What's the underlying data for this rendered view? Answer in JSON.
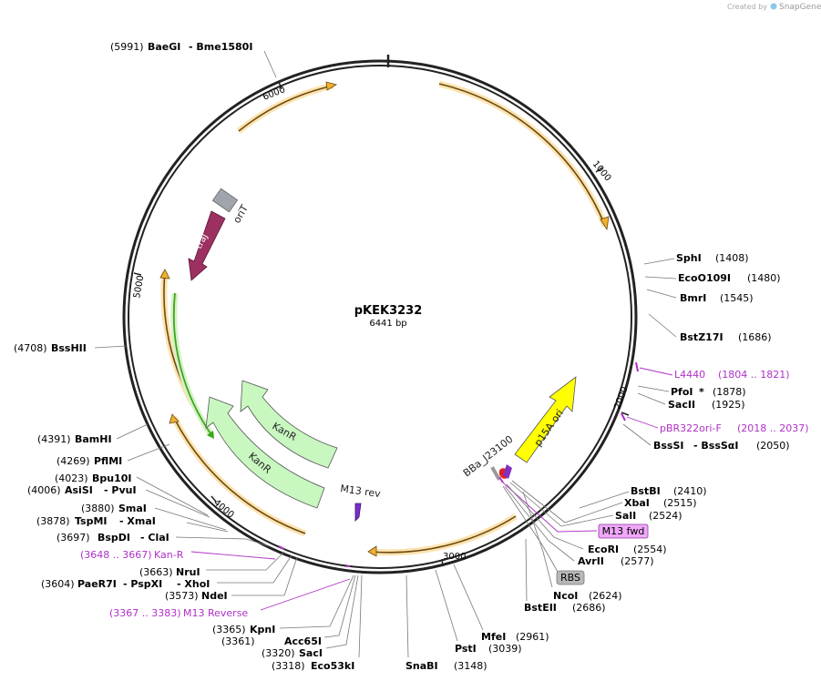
{
  "header": {
    "created_by": "Created by",
    "brand": "SnapGene"
  },
  "plasmid": {
    "name": "pKEK3232",
    "length_label": "6441 bp",
    "total_bp": 6441
  },
  "ticks": [
    "1000",
    "2000",
    "3000",
    "4000",
    "5000",
    "6000"
  ],
  "features": {
    "oriT": "oriT",
    "traJ": "traJ",
    "kanR_outer": "KanR",
    "kanR_inner": "KanR",
    "m13rev": "M13 rev",
    "bba": "BBa_J23100",
    "p15a": "p15A ori",
    "m13fwd": "M13 fwd",
    "rbs": "RBS"
  },
  "right_sites": [
    {
      "name": "SphI",
      "pos": "(1408)"
    },
    {
      "name": "EcoO109I",
      "pos": "(1480)"
    },
    {
      "name": "BmrI",
      "pos": "(1545)"
    },
    {
      "name": "BstZ17I",
      "pos": "(1686)"
    },
    {
      "name": "L4440",
      "pos": "(1804 .. 1821)"
    },
    {
      "name": "PfoI",
      "mark": "*",
      "pos": "(1878)"
    },
    {
      "name": "SacII",
      "pos": "(1925)"
    },
    {
      "name": "pBR322ori-F",
      "pos": "(2018 .. 2037)"
    },
    {
      "name": "BssSI",
      "name2": "- BssSαI",
      "pos": "(2050)"
    },
    {
      "name": "BstBI",
      "pos": "(2410)"
    },
    {
      "name": "XbaI",
      "pos": "(2515)"
    },
    {
      "name": "SalI",
      "pos": "(2524)"
    },
    {
      "name": "EcoRI",
      "pos": "(2554)"
    },
    {
      "name": "AvrII",
      "pos": "(2577)"
    },
    {
      "name": "NcoI",
      "pos": "(2624)"
    },
    {
      "name": "BstEII",
      "pos": "(2686)"
    }
  ],
  "bottom_sites": [
    {
      "name": "MfeI",
      "pos": "(2961)"
    },
    {
      "name": "PstI",
      "pos": "(3039)"
    },
    {
      "name": "SnaBI",
      "pos": "(3148)"
    },
    {
      "name": "Eco53kI",
      "pos": "(3318)"
    },
    {
      "name": "SacI",
      "pos": "(3320)"
    },
    {
      "name": "Acc65I",
      "pos": "(3361)"
    },
    {
      "name": "KpnI",
      "pos": "(3365)"
    },
    {
      "name": "M13 Reverse",
      "pos": "(3367 .. 3383)"
    }
  ],
  "left_sites": [
    {
      "name": "NdeI",
      "pos": "(3573)"
    },
    {
      "name": "PaeR7I",
      "name2": "- PspXI",
      "name3": "- XhoI",
      "pos": "(3604)"
    },
    {
      "name": "NruI",
      "pos": "(3663)"
    },
    {
      "name": "Kan-R",
      "pos": "(3648 .. 3667)"
    },
    {
      "name": "BspDI",
      "name2": "- ClaI",
      "pos": "(3697)"
    },
    {
      "name": "TspMI",
      "name2": "- XmaI",
      "pos": "(3878)"
    },
    {
      "name": "SmaI",
      "pos": "(3880)"
    },
    {
      "name": "AsiSI",
      "name2": "- PvuI",
      "pos": "(4006)"
    },
    {
      "name": "Bpu10I",
      "pos": "(4023)"
    },
    {
      "name": "PflMI",
      "pos": "(4269)"
    },
    {
      "name": "BamHI",
      "pos": "(4391)"
    },
    {
      "name": "BssHII",
      "pos": "(4708)"
    },
    {
      "name": "BaeGI",
      "name2": "- Bme1580I",
      "pos": "(5991)"
    }
  ],
  "colors": {
    "orange_feature": "#f0b030",
    "orange_glow": "#fde3b0",
    "green_feature": "#3aa81c",
    "kanR": "#c8f7c0",
    "traJ": "#9c3060",
    "oriT": "#a0a4ac",
    "p15a": "#ffff00",
    "primer": "#b030c8",
    "m13fwd_box": "#f0a8f8",
    "rbs_box": "#b8b8b8"
  }
}
